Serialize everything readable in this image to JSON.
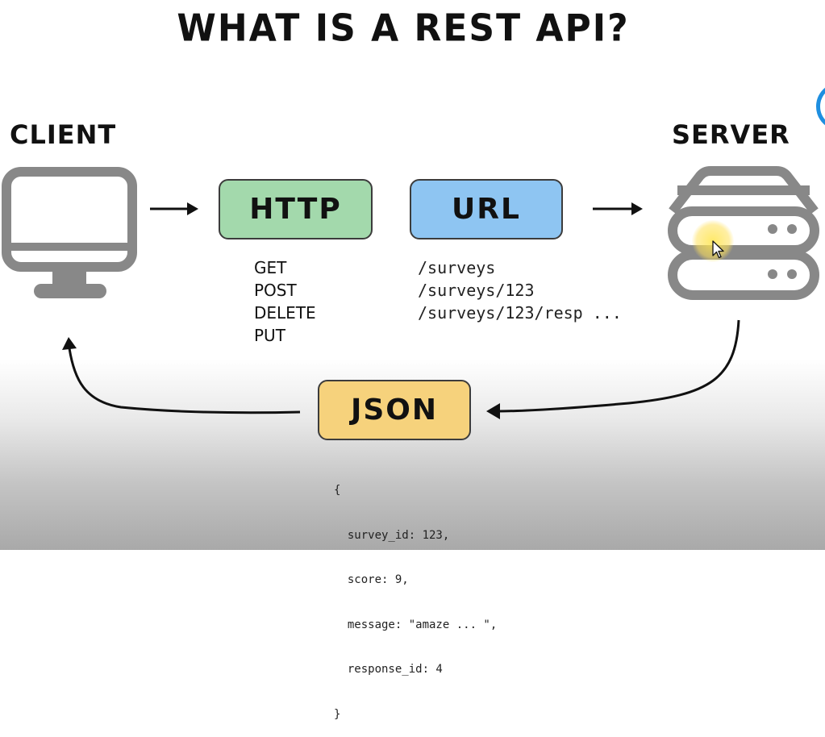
{
  "title": "WHAT IS A REST API?",
  "client": {
    "label": "CLIENT"
  },
  "server": {
    "label": "SERVER"
  },
  "http": {
    "label": "HTTP",
    "color": "#a3d9ac",
    "methods": [
      "GET",
      "POST",
      "DELETE",
      "PUT"
    ]
  },
  "url": {
    "label": "URL",
    "color": "#8ec5f2",
    "paths": [
      "/surveys",
      "/surveys/123",
      "/surveys/123/resp ..."
    ]
  },
  "json": {
    "label": "JSON",
    "color": "#f6d27c",
    "body": [
      "{",
      "  survey_id: 123,",
      "  score: 9,",
      "  message: \"amaze ... \",",
      "  response_id: 4",
      "}"
    ]
  }
}
